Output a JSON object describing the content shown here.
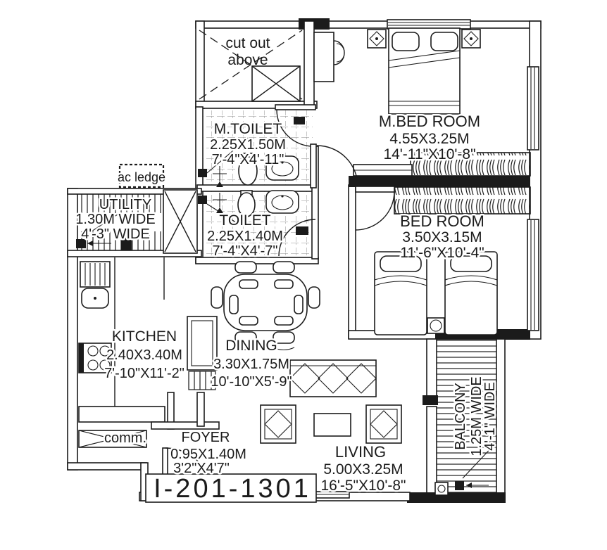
{
  "colors": {
    "line": "#1b1b1b",
    "background": "#ffffff"
  },
  "plan": {
    "unit_label": "I-201-1301",
    "cut_out": {
      "line1": "cut out",
      "line2": "above"
    },
    "ac_ledge_label": "ac ledge",
    "comm_label": "comm.",
    "rooms": {
      "m_toilet": {
        "name": "M.TOILET",
        "metric": "2.25X1.50M",
        "imperial": "7'-4\"X4'-11\""
      },
      "m_bedroom": {
        "name": "M.BED ROOM",
        "metric": "4.55X3.25M",
        "imperial": "14'-11\"X10'-8\""
      },
      "bedroom": {
        "name": "BED ROOM",
        "metric": "3.50X3.15M",
        "imperial": "11'-6\"X10'-4\""
      },
      "toilet": {
        "name": "TOILET",
        "metric": "2.25X1.40M",
        "imperial": "7'-4\"X4'-7\""
      },
      "utility": {
        "name": "UTILITY",
        "metric": "1.30M WIDE",
        "imperial": "4'-3\" WIDE"
      },
      "kitchen": {
        "name": "KITCHEN",
        "metric": "2.40X3.40M",
        "imperial": "7'-10\"X11'-2\""
      },
      "dining": {
        "name": "DINING",
        "metric": "3.30X1.75M",
        "imperial": "10'-10\"X5'-9\""
      },
      "living": {
        "name": "LIVING",
        "metric": "5.00X3.25M",
        "imperial": "16'-5\"X10'-8\""
      },
      "foyer": {
        "name": "FOYER",
        "metric": "0.95X1.40M",
        "imperial": "3'2\"X4'7\""
      },
      "balcony": {
        "name": "BALCONY",
        "metric": "1.25M WIDE",
        "imperial": "4'-1\" WIDE"
      }
    }
  }
}
